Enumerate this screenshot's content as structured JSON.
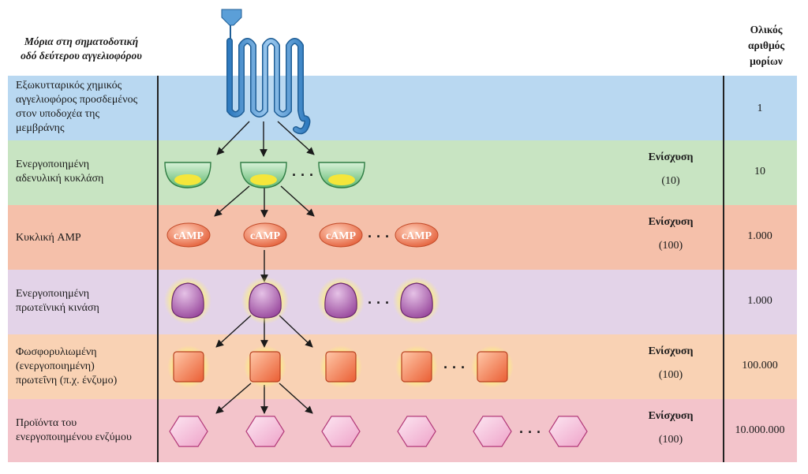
{
  "header": {
    "left_line1": "Μόρια στη σηματοδοτική",
    "left_line2": "οδό δεύτερου αγγελιοφόρου",
    "right_line1": "Ολικός",
    "right_line2": "αριθμός",
    "right_line3": "μορίων"
  },
  "rows": [
    {
      "label": [
        "Εξωκυτταρικός χημικός",
        "αγγελιοφόρος προσδεμένος",
        "στον υποδοχέα της",
        "μεμβράνης"
      ],
      "total": "1",
      "color": "#b9d8f1"
    },
    {
      "label": [
        "Ενεργοποιημένη",
        "αδενυλική κυκλάση"
      ],
      "total": "10",
      "amp_title": "Ενίσχυση",
      "amp_value": "(10)",
      "color": "#c8e4c2"
    },
    {
      "label": [
        "Κυκλική AMP"
      ],
      "total": "1.000",
      "amp_title": "Ενίσχυση",
      "amp_value": "(100)",
      "color": "#f5c0aa"
    },
    {
      "label": [
        "Ενεργοποιημένη",
        "πρωτεϊνική κινάση"
      ],
      "total": "1.000",
      "color": "#e3d3e8"
    },
    {
      "label": [
        "Φωσφορυλιωμένη",
        "(ενεργοποιημένη)",
        "πρωτεΐνη (π.χ. ένζυμο)"
      ],
      "total": "100.000",
      "amp_title": "Ενίσχυση",
      "amp_value": "(100)",
      "color": "#f9d2b4"
    },
    {
      "label": [
        "Προϊόντα του",
        "ενεργοποιημένου ενζύμου"
      ],
      "total": "10.000.000",
      "amp_title": "Ενίσχυση",
      "amp_value": "(100)",
      "color": "#f3c4cb"
    }
  ],
  "camp_text": "cAMP",
  "ellipsis": "· · ·",
  "colors": {
    "receptor": "#5b9fd8",
    "cyclase": "#7cc98a",
    "camp": "#f08a5f",
    "kinase": "#a45aa6",
    "protein": "#f0784a",
    "product": "#f5b8d2"
  }
}
